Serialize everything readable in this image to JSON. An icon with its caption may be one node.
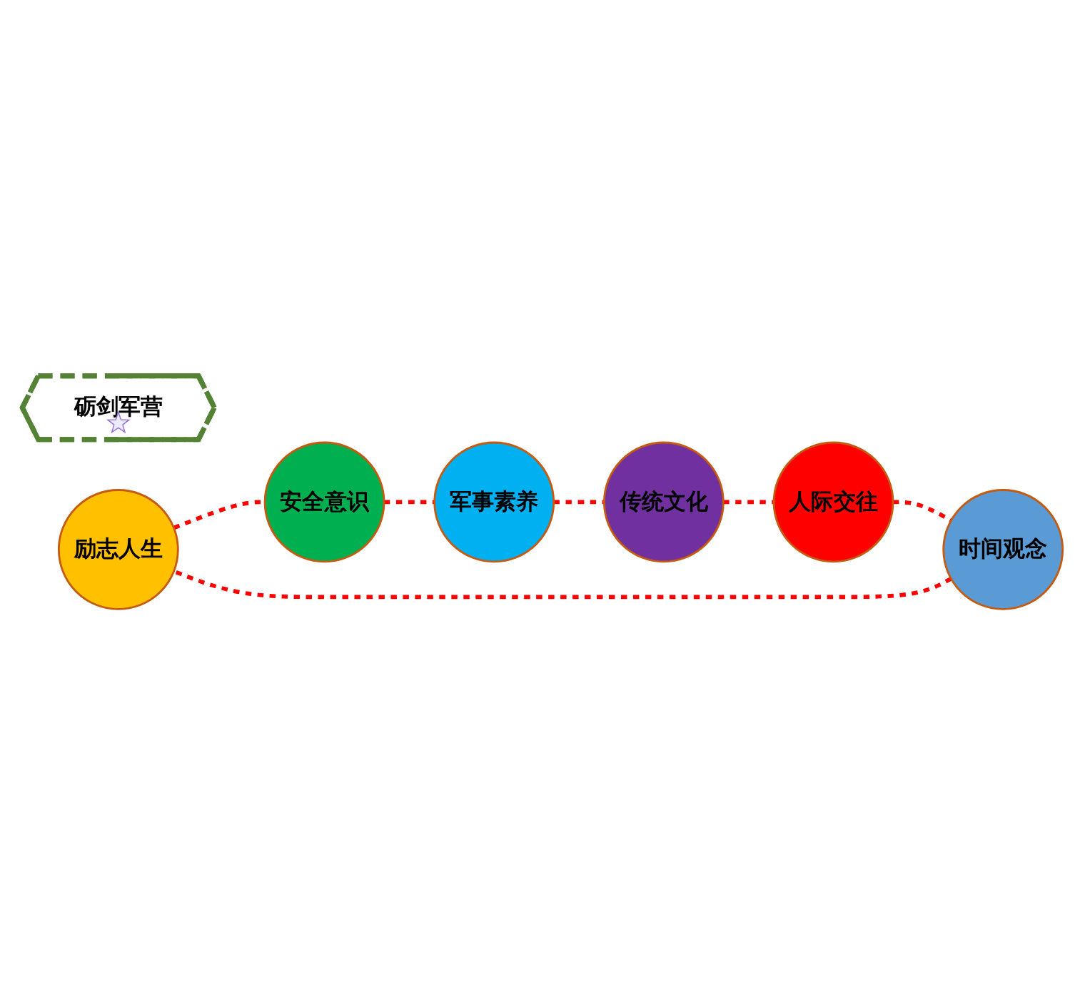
{
  "diagram": {
    "nodes": [
      {
        "text": [
          "砺剑军营"
        ]
      },
      {
        "text": [
          "励志人生"
        ]
      },
      {
        "text": [
          "安全意识"
        ]
      },
      {
        "text": [
          "时间观念"
        ]
      },
      {
        "text": [
          "军事素养"
        ]
      },
      {
        "text": [
          "人际交往"
        ]
      },
      {
        "text": [
          "传统文化"
        ]
      }
    ],
    "edges": [
      {
        "from": 1,
        "to": 2,
        "arrow": "none",
        "style": "dashed"
      },
      {
        "from": 2,
        "to": 4,
        "arrow": "none",
        "style": "dashed"
      },
      {
        "from": 4,
        "to": 6,
        "arrow": "none",
        "style": "dashed"
      },
      {
        "from": 6,
        "to": 5,
        "arrow": "none",
        "style": "dashed"
      },
      {
        "from": 5,
        "to": 3,
        "arrow": "none",
        "style": "dashed"
      },
      {
        "from": 3,
        "to": 1,
        "arrow": "none",
        "style": "dashed"
      }
    ]
  }
}
